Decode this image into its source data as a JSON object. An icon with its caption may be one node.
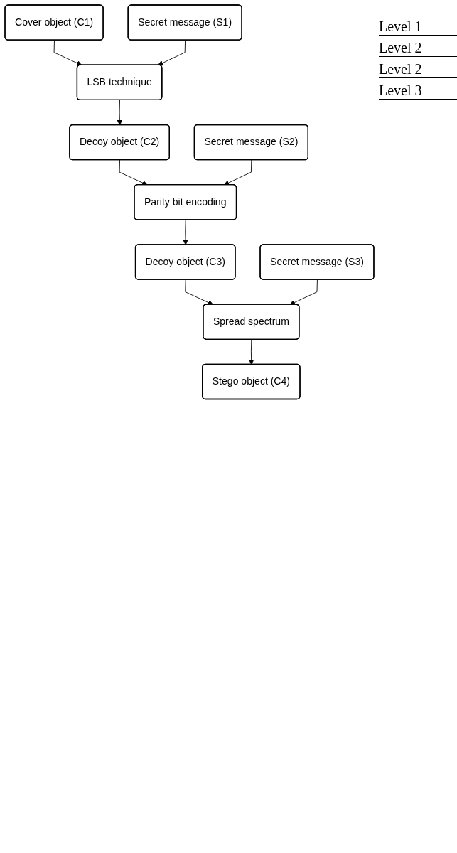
{
  "diagram": {
    "nodes": [
      {
        "text": [
          "Cover object (C1)"
        ]
      },
      {
        "text": [
          "LSB technique"
        ]
      },
      {
        "text": [
          "Secret message (S1)"
        ]
      },
      {
        "text": [
          "Decoy object (C2)"
        ]
      },
      {
        "text": [
          "Parity bit encoding"
        ]
      },
      {
        "text": [
          "Secret message (S2)"
        ]
      },
      {
        "text": [
          "Decoy object (C3)"
        ]
      },
      {
        "text": [
          "Spread spectrum"
        ]
      },
      {
        "text": [
          "Secret message (S3)"
        ]
      },
      {
        "text": [
          "Stego object (C4)"
        ]
      }
    ],
    "edges": [
      {
        "from": 0,
        "to": 1,
        "arrow": "to"
      },
      {
        "from": 2,
        "to": 1,
        "arrow": "to"
      },
      {
        "from": 1,
        "to": 3,
        "arrow": "to"
      },
      {
        "from": 3,
        "to": 4,
        "arrow": "to"
      },
      {
        "from": 5,
        "to": 4,
        "arrow": "to"
      },
      {
        "from": 4,
        "to": 6,
        "arrow": "to"
      },
      {
        "from": 6,
        "to": 7,
        "arrow": "to"
      },
      {
        "from": 8,
        "to": 7,
        "arrow": "to"
      },
      {
        "from": 7,
        "to": 9,
        "arrow": "to"
      }
    ],
    "labels": [
      "Level 1",
      "Level 2",
      "Level 2",
      "Level 3"
    ]
  }
}
